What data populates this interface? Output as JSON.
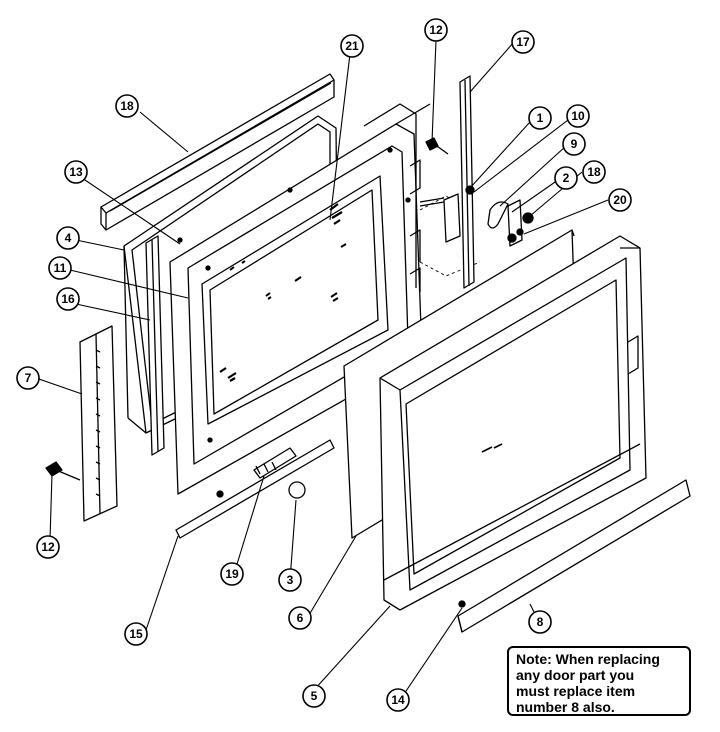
{
  "callouts": [
    {
      "id": "c1",
      "label": "1"
    },
    {
      "id": "c2",
      "label": "2"
    },
    {
      "id": "c3",
      "label": "3"
    },
    {
      "id": "c4",
      "label": "4"
    },
    {
      "id": "c5",
      "label": "5"
    },
    {
      "id": "c6",
      "label": "6"
    },
    {
      "id": "c7",
      "label": "7"
    },
    {
      "id": "c8",
      "label": "8"
    },
    {
      "id": "c9",
      "label": "9"
    },
    {
      "id": "c10",
      "label": "10"
    },
    {
      "id": "c11",
      "label": "11"
    },
    {
      "id": "c12a",
      "label": "12"
    },
    {
      "id": "c12b",
      "label": "12"
    },
    {
      "id": "c13",
      "label": "13"
    },
    {
      "id": "c14",
      "label": "14"
    },
    {
      "id": "c15",
      "label": "15"
    },
    {
      "id": "c16",
      "label": "16"
    },
    {
      "id": "c17",
      "label": "17"
    },
    {
      "id": "c18a",
      "label": "18"
    },
    {
      "id": "c18b",
      "label": "18"
    },
    {
      "id": "c19",
      "label": "19"
    },
    {
      "id": "c20",
      "label": "20"
    },
    {
      "id": "c21",
      "label": "21"
    }
  ],
  "note": {
    "lines": [
      "Note:  When replacing",
      "any door part you",
      "must replace item",
      "number 8 also."
    ]
  },
  "colors": {
    "ink": "#000000",
    "paper": "#ffffff"
  }
}
